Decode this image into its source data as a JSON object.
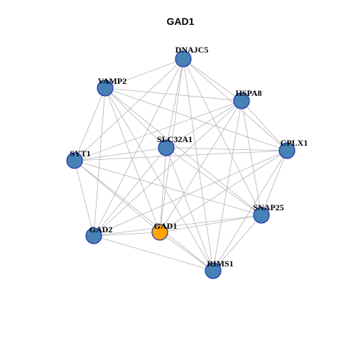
{
  "title": "GAD1",
  "colors": {
    "default_node": "#4682b4",
    "highlight_node": "#ffa500",
    "node_border": "#1f2fb0",
    "edge": "#b3b3b3"
  },
  "nodes": [
    {
      "id": "DNAJC5",
      "label": "DNAJC5",
      "highlight": false
    },
    {
      "id": "VAMP2",
      "label": "VAMP2",
      "highlight": false
    },
    {
      "id": "HSPA8",
      "label": "HSPA8",
      "highlight": false
    },
    {
      "id": "SLC32A1",
      "label": "SLC32A1",
      "highlight": false
    },
    {
      "id": "SYT1",
      "label": "SYT1",
      "highlight": false
    },
    {
      "id": "CPLX1",
      "label": "CPLX1",
      "highlight": false
    },
    {
      "id": "SNAP25",
      "label": "SNAP25",
      "highlight": false
    },
    {
      "id": "GAD2",
      "label": "GAD2",
      "highlight": false
    },
    {
      "id": "GAD1",
      "label": "GAD1",
      "highlight": true
    },
    {
      "id": "RIMS1",
      "label": "RIMS1",
      "highlight": false
    }
  ],
  "edges": [
    [
      "DNAJC5",
      "VAMP2"
    ],
    [
      "DNAJC5",
      "HSPA8"
    ],
    [
      "DNAJC5",
      "SLC32A1"
    ],
    [
      "DNAJC5",
      "SYT1"
    ],
    [
      "DNAJC5",
      "CPLX1"
    ],
    [
      "DNAJC5",
      "SNAP25"
    ],
    [
      "DNAJC5",
      "GAD2"
    ],
    [
      "DNAJC5",
      "GAD1"
    ],
    [
      "DNAJC5",
      "RIMS1"
    ],
    [
      "VAMP2",
      "HSPA8"
    ],
    [
      "VAMP2",
      "SYT1"
    ],
    [
      "VAMP2",
      "CPLX1"
    ],
    [
      "VAMP2",
      "SNAP25"
    ],
    [
      "VAMP2",
      "GAD2"
    ],
    [
      "VAMP2",
      "GAD1"
    ],
    [
      "VAMP2",
      "RIMS1"
    ],
    [
      "VAMP2",
      "SLC32A1"
    ],
    [
      "HSPA8",
      "SYT1"
    ],
    [
      "HSPA8",
      "CPLX1"
    ],
    [
      "HSPA8",
      "SNAP25"
    ],
    [
      "HSPA8",
      "GAD2"
    ],
    [
      "HSPA8",
      "GAD1"
    ],
    [
      "HSPA8",
      "RIMS1"
    ],
    [
      "HSPA8",
      "SLC32A1"
    ],
    [
      "SLC32A1",
      "SYT1"
    ],
    [
      "SLC32A1",
      "CPLX1"
    ],
    [
      "SLC32A1",
      "SNAP25"
    ],
    [
      "SLC32A1",
      "GAD2"
    ],
    [
      "SLC32A1",
      "GAD1"
    ],
    [
      "SLC32A1",
      "RIMS1"
    ],
    [
      "SYT1",
      "CPLX1"
    ],
    [
      "SYT1",
      "SNAP25"
    ],
    [
      "SYT1",
      "GAD2"
    ],
    [
      "SYT1",
      "GAD1"
    ],
    [
      "SYT1",
      "RIMS1"
    ],
    [
      "CPLX1",
      "SNAP25"
    ],
    [
      "CPLX1",
      "GAD2"
    ],
    [
      "CPLX1",
      "GAD1"
    ],
    [
      "CPLX1",
      "RIMS1"
    ],
    [
      "SNAP25",
      "GAD2"
    ],
    [
      "SNAP25",
      "GAD1"
    ],
    [
      "SNAP25",
      "RIMS1"
    ],
    [
      "GAD2",
      "GAD1"
    ],
    [
      "GAD2",
      "RIMS1"
    ],
    [
      "GAD1",
      "RIMS1"
    ]
  ]
}
